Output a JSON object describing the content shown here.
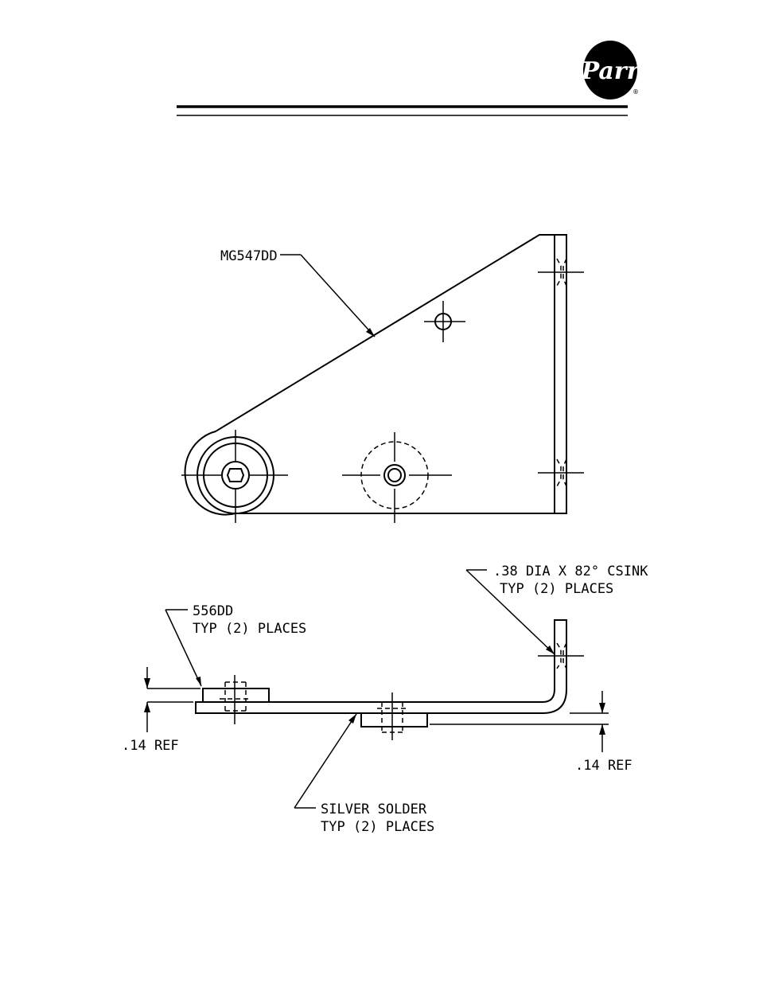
{
  "logo": {
    "text": "Parr",
    "mark": "®"
  },
  "labels": {
    "part_number": "MG547DD",
    "csink_line1": ".38 DIA X 82° CSINK",
    "csink_line2": "TYP (2) PLACES",
    "nut_line1": "556DD",
    "nut_line2": "TYP (2) PLACES",
    "ref_left": ".14 REF",
    "ref_right": ".14 REF",
    "solder_line1": "SILVER SOLDER",
    "solder_line2": "TYP (2) PLACES"
  }
}
